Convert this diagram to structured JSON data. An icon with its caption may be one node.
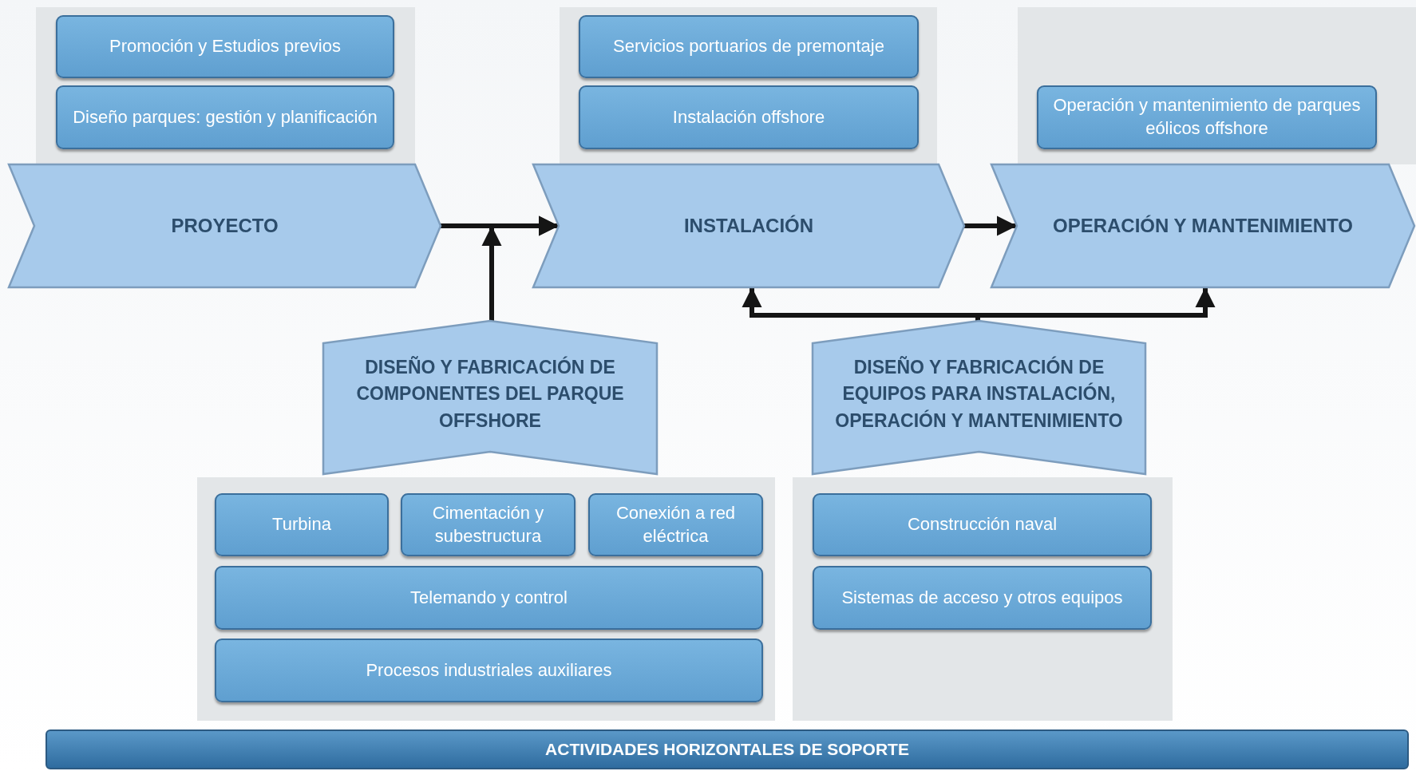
{
  "diagram": {
    "nodes": [
      {
        "text": [],
        "shape": "box"
      },
      {
        "text": [
          "Promoción y Estudios previos"
        ],
        "in": 0
      },
      {
        "text": [
          "Diseño parques: gestión y planificación"
        ],
        "in": 0
      },
      {
        "text": [],
        "shape": "box"
      },
      {
        "text": [
          "Servicios portuarios de premontaje"
        ],
        "in": 3
      },
      {
        "text": [
          "Instalación offshore"
        ],
        "in": 3
      },
      {
        "text": [],
        "shape": "box"
      },
      {
        "text": [
          "Operación y mantenimiento de parques eólicos offshore"
        ],
        "in": 6
      },
      {
        "text": [
          "PROYECTO"
        ]
      },
      {
        "text": [
          "INSTALACIÓN"
        ]
      },
      {
        "text": [
          "OPERACIÓN Y MANTENIMIENTO"
        ]
      },
      {
        "text": [
          "DISEÑO Y FABRICACIÓN DE COMPONENTES DEL PARQUE OFFSHORE"
        ]
      },
      {
        "text": [
          "DISEÑO Y FABRICACIÓN DE EQUIPOS PARA INSTALACIÓN, OPERACIÓN Y MANTENIMIENTO"
        ]
      },
      {
        "text": [],
        "shape": "box"
      },
      {
        "text": [
          "Turbina"
        ],
        "in": 13
      },
      {
        "text": [
          "Cimentación y subestructura"
        ],
        "in": 13
      },
      {
        "text": [
          "Conexión a red eléctrica"
        ],
        "in": 13
      },
      {
        "text": [
          "Telemando y control"
        ],
        "in": 13
      },
      {
        "text": [
          "Procesos industriales auxiliares"
        ],
        "in": 13
      },
      {
        "text": [],
        "shape": "box"
      },
      {
        "text": [
          "Construcción naval"
        ],
        "in": 19
      },
      {
        "text": [
          "Sistemas de acceso y otros equipos"
        ],
        "in": 19
      },
      {
        "text": [
          "ACTIVIDADES HORIZONTALES DE SOPORTE"
        ]
      }
    ],
    "edges": [
      {
        "from": 8,
        "to": 9,
        "arrow": "to"
      },
      {
        "from": 11,
        "to": 9,
        "arrow": "to"
      },
      {
        "from": 9,
        "to": 10,
        "arrow": "to"
      },
      {
        "from": 12,
        "to": 9,
        "arrow": "to"
      },
      {
        "from": 12,
        "to": 10,
        "arrow": "to"
      }
    ]
  }
}
